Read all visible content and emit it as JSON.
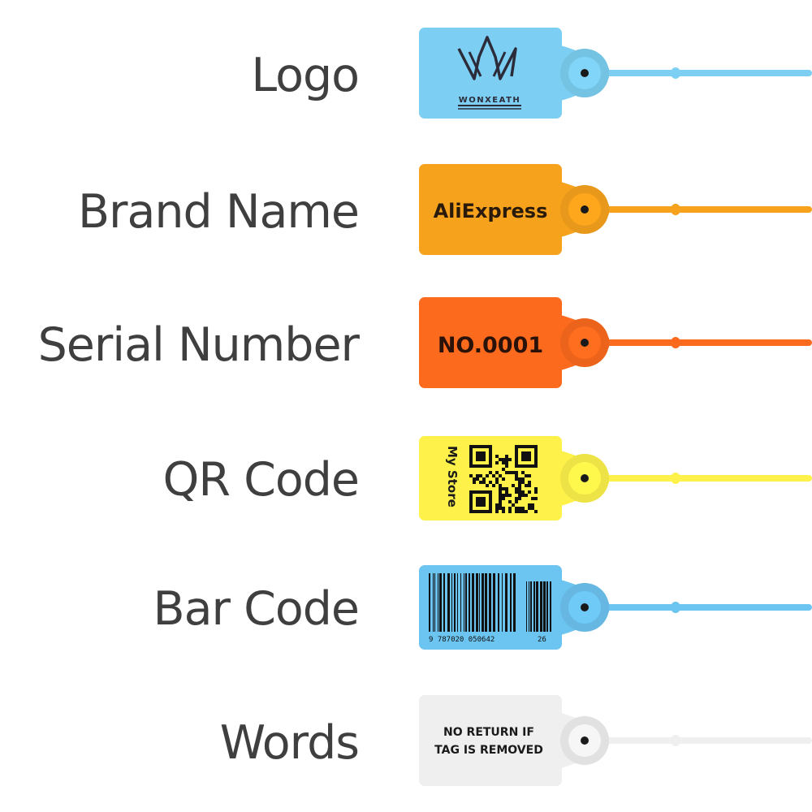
{
  "rows": [
    {
      "label": "Logo",
      "color": "#7ccff2",
      "brand_mark": "WONXEATH"
    },
    {
      "label": "Brand Name",
      "color": "#f7a21c",
      "tag_text": "AliExpress"
    },
    {
      "label": "Serial Number",
      "color": "#fb6a1d",
      "tag_text": "NO.0001"
    },
    {
      "label": "QR Code",
      "color": "#fdf14a",
      "tag_text": "My Store"
    },
    {
      "label": "Bar Code",
      "color": "#6cc4f0",
      "barcode_digits": "9 787020 050642",
      "barcode_suffix": "26"
    },
    {
      "label": "Words",
      "color": "#efefef",
      "tag_line1": "NO RETURN IF",
      "tag_line2": "TAG IS REMOVED"
    }
  ],
  "icons": {
    "logo": "crown-logo-icon",
    "qr": "qr-code-icon",
    "barcode": "barcode-icon"
  }
}
